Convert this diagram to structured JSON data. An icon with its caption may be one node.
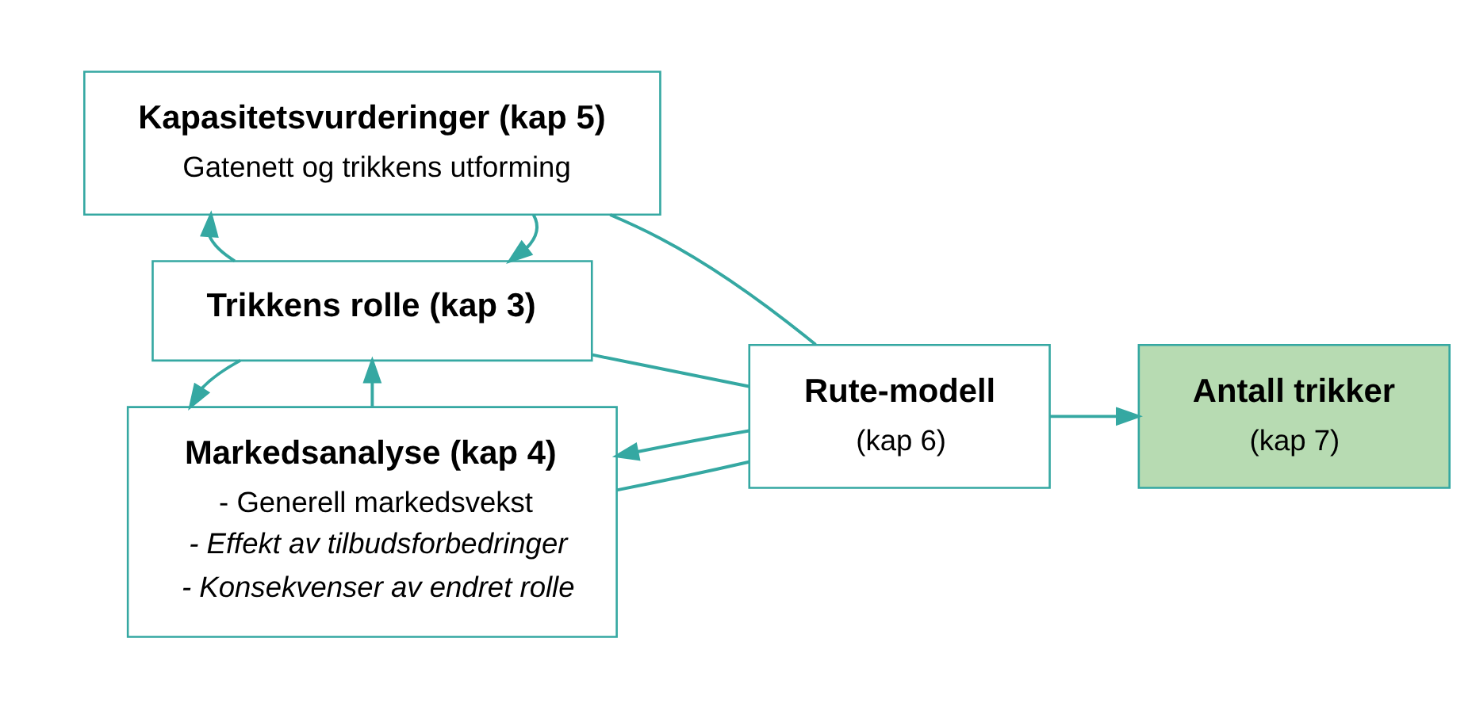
{
  "diagram": {
    "nodes": [
      {
        "text": [
          "Trikkens rolle (kap 3)"
        ]
      },
      {
        "text": [
          "Markedsanalyse (kap 4)",
          "- Generell markedsvekst",
          "- Effekt av tilbudsforbedringer",
          "- Konsekvenser av endret rolle"
        ]
      },
      {
        "text": [
          "Kapasitetsvurderinger (kap 5)",
          "Gatenett og trikkens utforming"
        ]
      },
      {
        "text": [
          "Rute-modell",
          "(kap 6)"
        ]
      },
      {
        "text": [
          "Antall trikker",
          "(kap 7)"
        ]
      }
    ],
    "edges": [
      {
        "from": 1,
        "to": 0,
        "arrow": "to"
      },
      {
        "from": 0,
        "to": 1,
        "arrow": "to"
      },
      {
        "from": 2,
        "to": 0,
        "arrow": "to"
      },
      {
        "from": 0,
        "to": 2,
        "arrow": "to"
      },
      {
        "from": 0,
        "to": 3,
        "arrow": "none"
      },
      {
        "from": 1,
        "to": 3,
        "arrow": "none"
      },
      {
        "from": 2,
        "to": 3,
        "arrow": "none"
      },
      {
        "from": 3,
        "to": 4,
        "arrow": "to"
      },
      {
        "from": 3,
        "to": 1,
        "arrow": "to"
      }
    ]
  }
}
